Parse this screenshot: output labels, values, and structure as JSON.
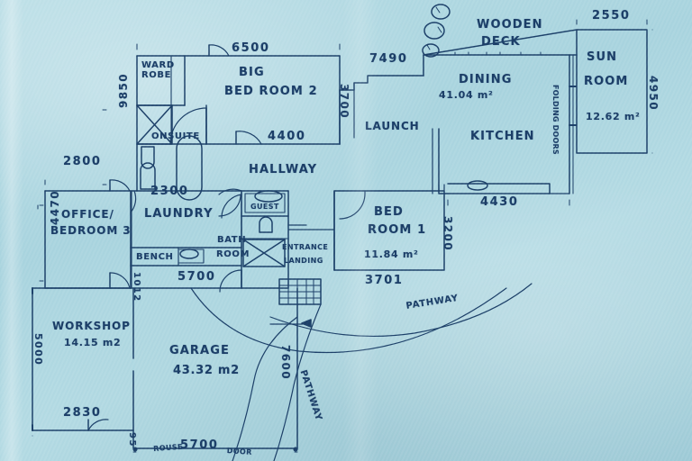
{
  "document": {
    "type": "hand-drawn-floor-plan",
    "title": "House Floor Plan Sketch",
    "ink_color": "#1b3d66",
    "paper_color": "#aed8e2"
  },
  "rooms": [
    {
      "id": "wardrobe",
      "name": "WARD\nROBE",
      "label_line1": "WARD",
      "label_line2": "ROBE",
      "area": ""
    },
    {
      "id": "ensuite",
      "name": "ONSUITE",
      "label_line1": "ONSUITE",
      "label_line2": "",
      "area": ""
    },
    {
      "id": "bedroom2",
      "name": "BIG BED ROOM 2",
      "label_line1": "BIG",
      "label_line2": "BED ROOM 2",
      "area": ""
    },
    {
      "id": "hallway",
      "name": "HALLWAY",
      "label_line1": "HALLWAY",
      "label_line2": "",
      "area": ""
    },
    {
      "id": "launch",
      "name": "LAUNCH",
      "label_line1": "LAUNCH",
      "label_line2": "",
      "area": ""
    },
    {
      "id": "dining",
      "name": "DINING",
      "label_line1": "DINING",
      "label_line2": "",
      "area": "41.04 m²"
    },
    {
      "id": "kitchen",
      "name": "KITCHEN",
      "label_line1": "KITCHEN",
      "label_line2": "",
      "area": ""
    },
    {
      "id": "wooden-deck",
      "name": "WOODEN DECK",
      "label_line1": "WOODEN",
      "label_line2": "DECK",
      "area": ""
    },
    {
      "id": "sun-room",
      "name": "SUN ROOM",
      "label_line1": "SUN",
      "label_line2": "ROOM",
      "area": "12.62 m²"
    },
    {
      "id": "office-bed3",
      "name": "OFFICE / BEDROOM 3",
      "label_line1": "OFFICE/",
      "label_line2": "BEDROOM 3",
      "area": ""
    },
    {
      "id": "laundry",
      "name": "LAUNDRY",
      "label_line1": "LAUNDRY",
      "label_line2": "",
      "area": ""
    },
    {
      "id": "bench",
      "name": "BENCH",
      "label_line1": "BENCH",
      "label_line2": "",
      "area": ""
    },
    {
      "id": "bathroom",
      "name": "BATH ROOM",
      "label_line1": "BATH",
      "label_line2": "ROOM",
      "area": ""
    },
    {
      "id": "guest",
      "name": "GUEST",
      "label_line1": "GUEST",
      "label_line2": "",
      "area": ""
    },
    {
      "id": "entrance",
      "name": "ENTRANCE LANDING",
      "label_line1": "ENTRANCE",
      "label_line2": "LANDING",
      "area": ""
    },
    {
      "id": "bedroom1",
      "name": "BED ROOM 1",
      "label_line1": "BED",
      "label_line2": "ROOM 1",
      "area": "11.84 m²"
    },
    {
      "id": "workshop",
      "name": "WORKSHOP",
      "label_line1": "WORKSHOP",
      "label_line2": "",
      "area": "14.15 m2"
    },
    {
      "id": "garage",
      "name": "GARAGE",
      "label_line1": "GARAGE",
      "label_line2": "",
      "area": "43.32 m2"
    }
  ],
  "dimensions": {
    "top_bed2": "6500",
    "bed2_inner": "4400",
    "bed2_depth": "3700",
    "ensuite_width": "2300",
    "left_upper_vertical": "9850",
    "dining_run": "7490",
    "deck_right": "2550",
    "sunroom_depth": "4950",
    "kitchen_run": "4430",
    "office_top": "2800",
    "office_vertical": "4470",
    "laundry_run": "5700",
    "laundry_offset": "1012",
    "bedroom1_run": "3701",
    "bedroom1_depth": "3200",
    "workshop_bottom": "2830",
    "workshop_vertical": "5000",
    "garage_vertical": "7600",
    "garage_bottom": "5700",
    "garage_offset": "95"
  },
  "annotations": [
    {
      "id": "folding-doors",
      "text": "FOLDING DOORS"
    },
    {
      "id": "pathway-upper",
      "text": "PATHWAY"
    },
    {
      "id": "pathway-lower",
      "text": "PATHWAY"
    },
    {
      "id": "roller-door-left",
      "text": "ROUSE"
    },
    {
      "id": "roller-door-right",
      "text": "DOOR"
    }
  ]
}
